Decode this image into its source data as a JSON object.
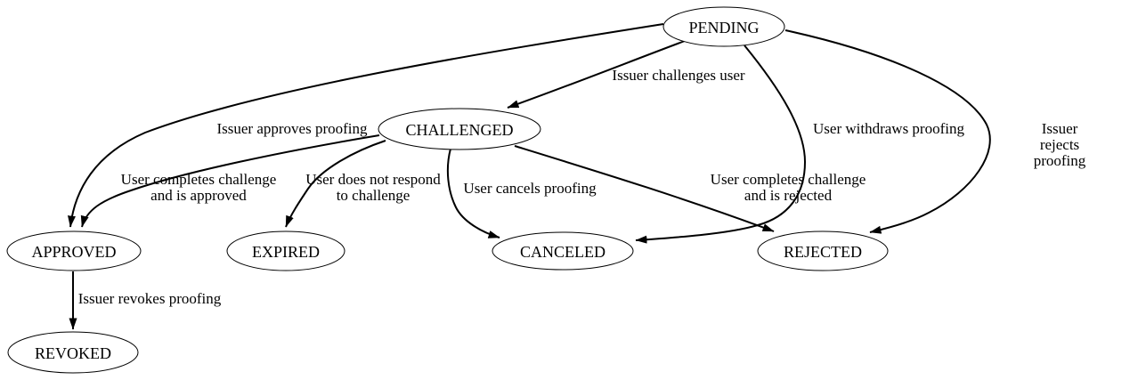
{
  "diagram": {
    "type": "state-transition-diagram",
    "background_color": "#ffffff",
    "line_color": "#000000",
    "text_color": "#000000",
    "nodes": [
      {
        "id": "pending",
        "label": "PENDING"
      },
      {
        "id": "challenged",
        "label": "CHALLENGED"
      },
      {
        "id": "approved",
        "label": "APPROVED"
      },
      {
        "id": "expired",
        "label": "EXPIRED"
      },
      {
        "id": "canceled",
        "label": "CANCELED"
      },
      {
        "id": "rejected",
        "label": "REJECTED"
      },
      {
        "id": "revoked",
        "label": "REVOKED"
      }
    ],
    "edges": [
      {
        "from": "pending",
        "to": "challenged",
        "label": "Issuer challenges user"
      },
      {
        "from": "pending",
        "to": "approved",
        "label": "Issuer approves proofing"
      },
      {
        "from": "pending",
        "to": "canceled",
        "label": "User withdraws proofing"
      },
      {
        "from": "pending",
        "to": "rejected",
        "label": "Issuer rejects proofing"
      },
      {
        "from": "challenged",
        "to": "approved",
        "label": "User completes challenge\nand is approved"
      },
      {
        "from": "challenged",
        "to": "expired",
        "label": "User does not respond\nto challenge"
      },
      {
        "from": "challenged",
        "to": "canceled",
        "label": "User cancels proofing"
      },
      {
        "from": "challenged",
        "to": "rejected",
        "label": "User completes challenge\nand is rejected"
      },
      {
        "from": "approved",
        "to": "revoked",
        "label": "Issuer revokes proofing"
      }
    ]
  }
}
